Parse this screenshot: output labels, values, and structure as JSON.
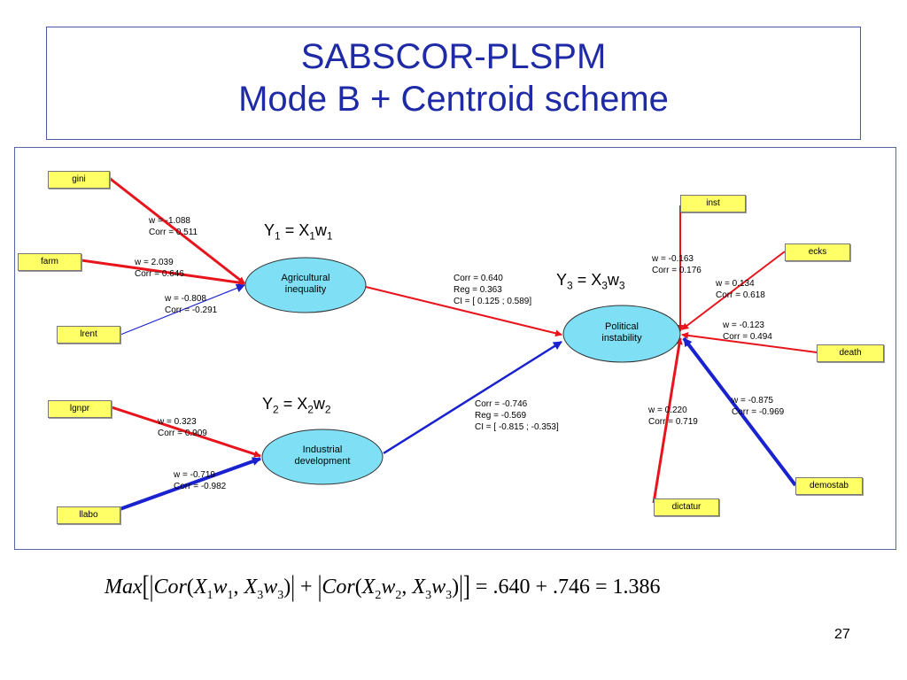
{
  "title": {
    "line1": "SABSCOR-PLSPM",
    "line2": "Mode B + Centroid scheme"
  },
  "manifest_vars": {
    "gini": "gini",
    "farm": "farm",
    "lrent": "lrent",
    "lgnpr": "lgnpr",
    "llabo": "llabo",
    "inst": "inst",
    "ecks": "ecks",
    "death": "death",
    "demostab": "demostab",
    "dictatur": "dictatur"
  },
  "latent_vars": {
    "agr_line1": "Agricultural",
    "agr_line2": "inequality",
    "ind_line1": "Industrial",
    "ind_line2": "development",
    "pol_line1": "Political",
    "pol_line2": "instability"
  },
  "weights": {
    "gini_w": "w = -1.088",
    "gini_c": "Corr = 0.511",
    "farm_w": "w = 2.039",
    "farm_c": "Corr = 0.646",
    "lrent_w": "w = -0.808",
    "lrent_c": "Corr = -0.291",
    "lgnpr_w": "w = 0.323",
    "lgnpr_c": "Corr = 0.909",
    "llabo_w": "w = -0.719",
    "llabo_c": "Corr = -0.982",
    "inst_w": "w = -0.163",
    "inst_c": "Corr = 0.176",
    "ecks_w": "w = 0.134",
    "ecks_c": "Corr = 0.618",
    "death_w": "w = -0.123",
    "death_c": "Corr = 0.494",
    "demostab_w": "w = -0.875",
    "demostab_c": "Corr = -0.969",
    "dictatur_w": "w = 0.220",
    "dictatur_c": "Corr = 0.719"
  },
  "paths": {
    "agr_corr": "Corr = 0.640",
    "agr_reg": "Reg = 0.363",
    "agr_ci": "CI = [ 0.125 ; 0.589]",
    "ind_corr": "Corr = -0.746",
    "ind_reg": "Reg = -0.569",
    "ind_ci": "CI = [ -0.815 ; -0.353]"
  },
  "equations": {
    "y1": {
      "Y": "Y",
      "i1": "1",
      "mid": " = X",
      "i2": "1",
      "w": "w",
      "i3": "1"
    },
    "y2": {
      "Y": "Y",
      "i1": "2",
      "mid": " = X",
      "i2": "2",
      "w": "w",
      "i3": "2"
    },
    "y3": {
      "Y": "Y",
      "i1": "3",
      "mid": " = X",
      "i2": "3",
      "w": "w",
      "i3": "3"
    }
  },
  "formula": {
    "max": "Max",
    "cor": "Cor",
    "x": "X",
    "w": "w",
    "s1": "1",
    "s2": "2",
    "s3": "3",
    "result": ".640 + .746 = 1.386"
  },
  "page_number": "27",
  "colors": {
    "positive": "#e8141c",
    "negative": "#1a22d0",
    "latent_fill": "#7fe0f5",
    "manifest_fill": "#ffff66",
    "title": "#1f2aa6"
  }
}
